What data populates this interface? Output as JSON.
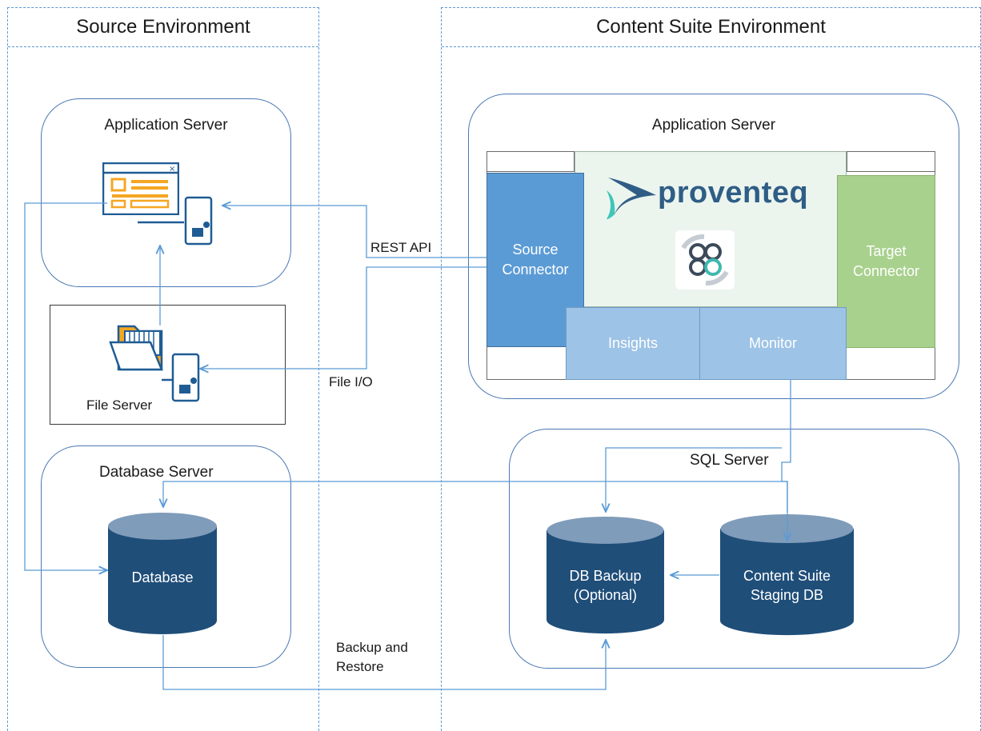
{
  "source_env": {
    "title": "Source Environment"
  },
  "content_env": {
    "title": "Content Suite Environment"
  },
  "source": {
    "app_server": {
      "title": "Application Server"
    },
    "file_server": {
      "title": "File Server"
    },
    "db_server": {
      "title": "Database Server",
      "database_label": "Database"
    }
  },
  "content": {
    "app_server": {
      "title": "Application Server",
      "brand": "proventeq",
      "source_connector": [
        "Source",
        "Connector"
      ],
      "target_connector": [
        "Target",
        "Connector"
      ],
      "insights": "Insights",
      "monitor": "Monitor"
    },
    "sql_server": {
      "title": "SQL Server",
      "backup": [
        "DB Backup",
        "(Optional)"
      ],
      "staging": [
        "Content Suite",
        "Staging DB"
      ]
    }
  },
  "connections": {
    "rest_api": "REST API",
    "file_io": "File I/O",
    "backup_restore": [
      "Backup and",
      "Restore"
    ]
  },
  "colors": {
    "dashed_border": "#5b9bd5",
    "box_border": "#4a78b4",
    "connector_blue": "#5b9bd5",
    "light_blue": "#9dc3e6",
    "target_green": "#a9d18e",
    "center_panel": "#ebf5ee",
    "db_dark": "#1f4e79",
    "db_top": "#7f9cba",
    "arrow": "#5b9bd5",
    "icon_orange": "#f5a623"
  }
}
